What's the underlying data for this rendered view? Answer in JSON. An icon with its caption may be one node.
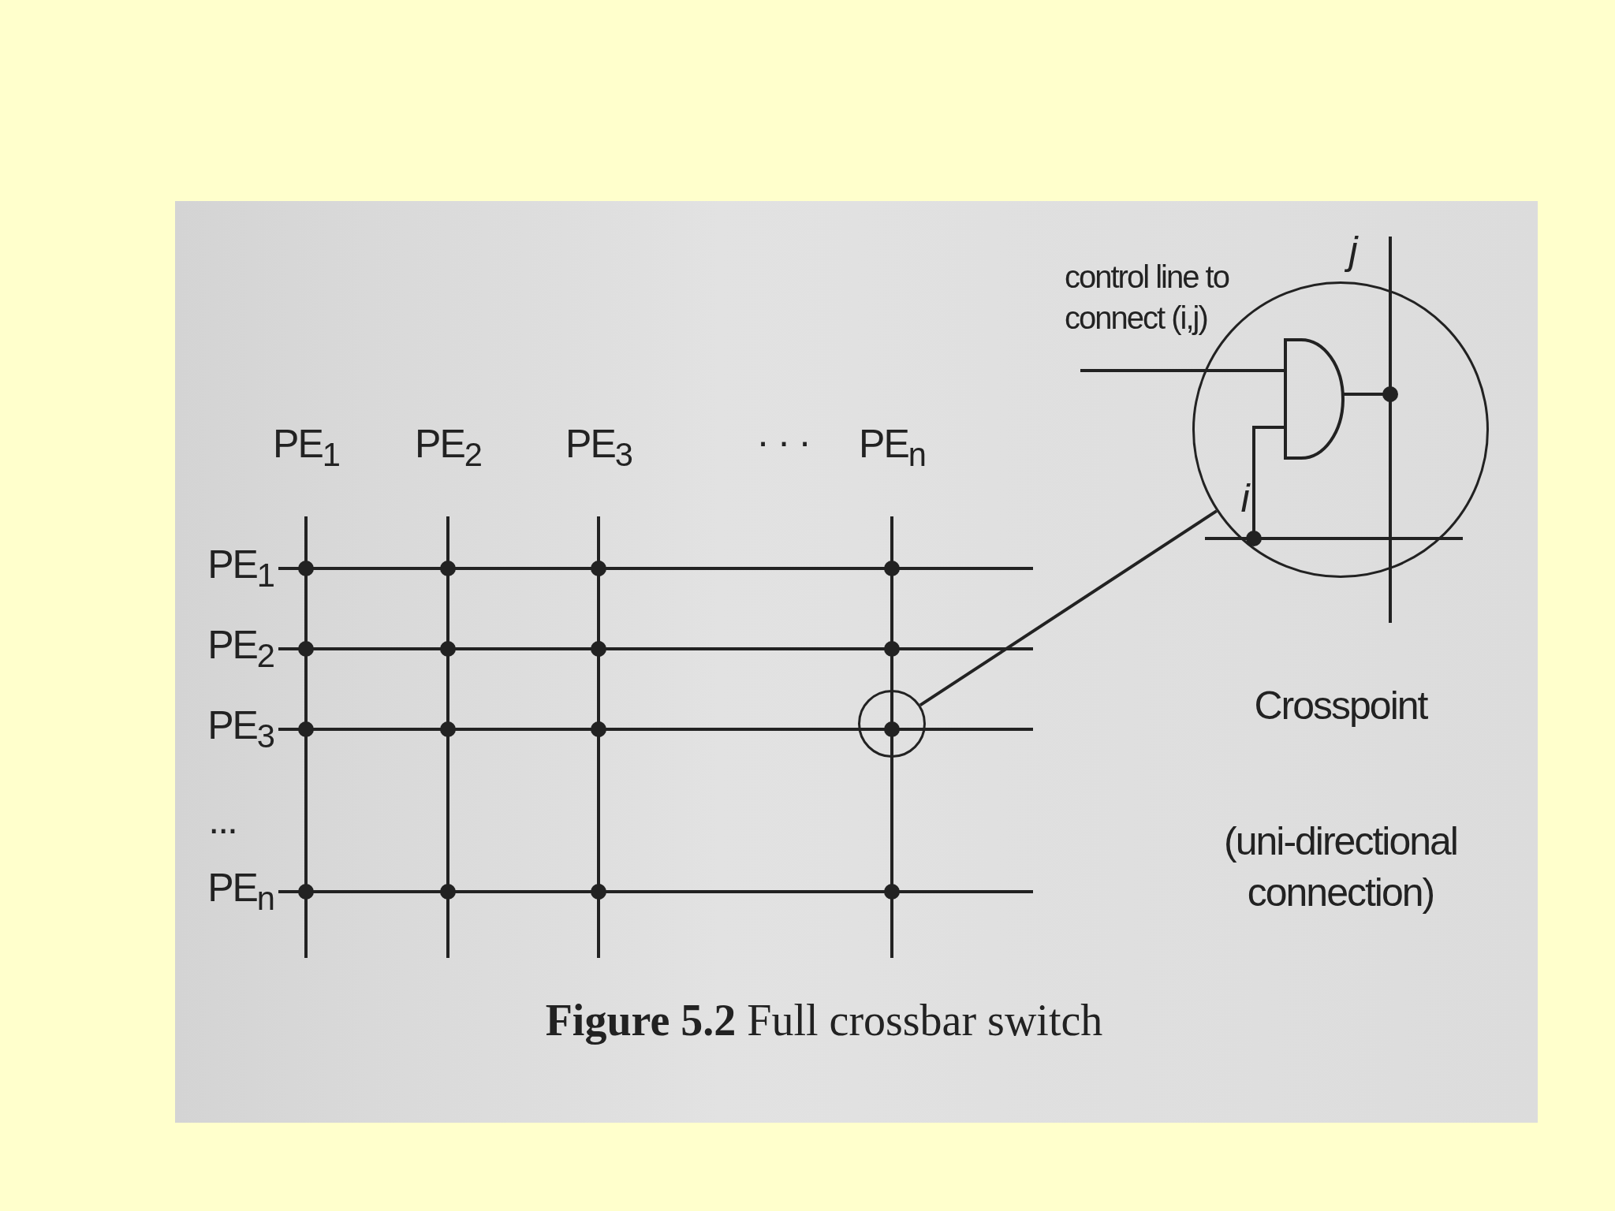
{
  "diagram": {
    "caption": "**Figure 5.2** Full crossbar switch",
    "nodes": [
      {
        "text": [],
        "shape": "circle"
      },
      {
        "text": [],
        "shape": "circle"
      }
    ],
    "edges": [
      {
        "from": 0,
        "to": 1,
        "arrow": "none"
      }
    ],
    "labels": [
      "PE$_{1}$",
      "PE$_{2}$",
      "PE$_{3}$",
      "· · ·",
      "PE$_{n}$",
      "PE$_{1}$",
      "PE$_{2}$",
      "PE$_{3}$",
      "...",
      "PE$_{n}$",
      "control line to connect (i,j)",
      "j",
      "i",
      "Crosspoint",
      "(uni-directional connection)"
    ]
  }
}
